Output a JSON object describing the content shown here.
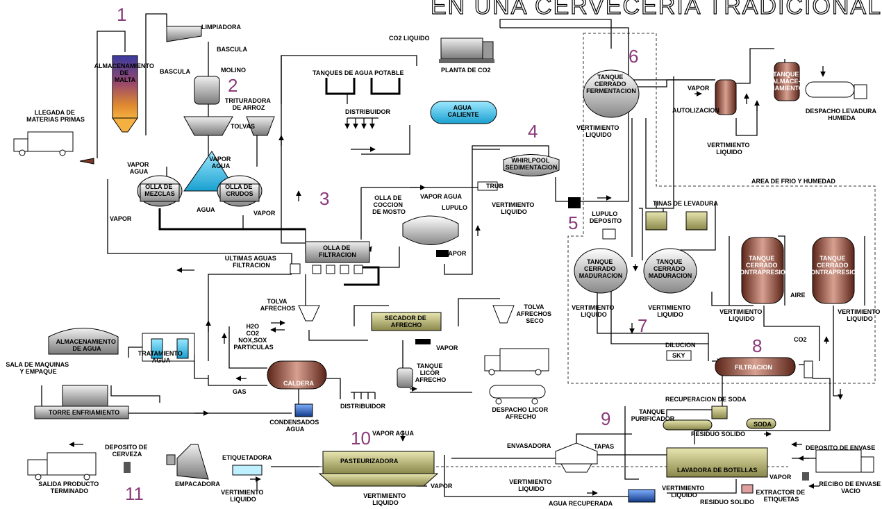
{
  "title": "EN UNA CERVECERIA TRADICIONAL",
  "step_numbers": [
    "1",
    "2",
    "3",
    "4",
    "5",
    "6",
    "7",
    "8",
    "9",
    "10",
    "11"
  ],
  "labels": {
    "limpiadora": "LIMPIADORA",
    "bascula_top": "BASCULA",
    "bascula": "BASCULA",
    "molino": "MOLINO",
    "almacenamiento_malta": [
      "ALMACENAMIENTO",
      "DE",
      "MALTA"
    ],
    "llegada": [
      "LLEGADA DE",
      "MATERIAS PRIMAS"
    ],
    "trituradora": [
      "TRITURADORA",
      "DE ARROZ"
    ],
    "tolvas": "TOLVAS",
    "vapor_agua_1": [
      "VAPOR",
      "AGUA"
    ],
    "vapor_agua_2": [
      "VAPOR",
      "AGUA"
    ],
    "olla_mezclas": [
      "OLLA DE",
      "MEZCLAS"
    ],
    "olla_crudos": [
      "OLLA DE",
      "CRUDOS"
    ],
    "agua": "AGUA",
    "vapor_left": "VAPOR",
    "vapor_crudos": "VAPOR",
    "tanques_agua": "TANQUES DE AGUA POTABLE",
    "distribuidor_top": "DISTRIBUIDOR",
    "agua_caliente": [
      "AGUA",
      "CALIENTE"
    ],
    "co2_liquido": "CO2 LIQUIDO",
    "planta_co2": "PLANTA DE CO2",
    "whirlpool": [
      "WHIRLPOOL",
      "SEDIMENTACION"
    ],
    "trub": "TRUB",
    "olla_coccion": [
      "OLLA DE",
      "COCCION",
      "DE MOSTO"
    ],
    "vapor_agua_3": "VAPOR AGUA",
    "lupulo": "LUPULO",
    "vertimiento_w": [
      "VERTIMIENTO",
      "LIQUIDO"
    ],
    "vapor_coccion": "VAPOR",
    "olla_filtracion": [
      "OLLA DE",
      "FILTRACION"
    ],
    "ultimas_aguas": [
      "ULTIMAS AGUAS",
      "FILTRACION"
    ],
    "tolva_afrechos": [
      "TOLVA",
      "AFRECHOS"
    ],
    "secador": [
      "SECADOR DE",
      "AFRECHO"
    ],
    "vapor_secador": "VAPOR",
    "tolva_afrechos_seco": [
      "TOLVA",
      "AFRECHOS",
      "SECO"
    ],
    "tanque_licor": [
      "TANQUE",
      "LICOR",
      "AFRECHO"
    ],
    "despacho_licor": [
      "DESPACHO LICOR",
      "AFRECHO"
    ],
    "emisiones": [
      "H2O",
      "CO2",
      "NOX,SOX",
      "PARTICULAS"
    ],
    "almacenamiento_agua": [
      "ALMACENAMIENTO",
      "DE AGUA"
    ],
    "tratamiento_agua": [
      "TRATAMIENTO",
      "AGUA"
    ],
    "caldera": "CALDERA",
    "gas": "GAS",
    "distribuidor_bottom": "DISTRIBUIDOR",
    "condensados": [
      "CONDENSADOS",
      "AGUA"
    ],
    "sala_maquinas": [
      "SALA DE MAQUINAS",
      "Y EMPAQUE"
    ],
    "torre": "TORRE ENFRIAMIENTO",
    "tanque_fermentacion": [
      "TANQUE",
      "CERRADO",
      "FERMENTACION"
    ],
    "vertimiento_6": [
      "VERTIMIENTO",
      "LIQUIDO"
    ],
    "vapor_auto": "VAPOR",
    "autolizacion": "AUTOLIZACION",
    "tanque_almacenamiento": [
      "TANQUE",
      "ALMACE-",
      "NAMIENTO"
    ],
    "despacho_levadura": [
      "DESPACHO LEVADURA",
      "HUMEDA"
    ],
    "vertimiento_auto": [
      "VERTIMIENTO",
      "LIQUIDO"
    ],
    "area_frio": "AREA DE FRIO Y HUMEDAD",
    "tinas_levadura": "TINAS DE LEVADURA",
    "lupulo_deposito": [
      "LUPULO",
      "DEPOSITO"
    ],
    "tanque_maduracion_1": [
      "TANQUE",
      "CERRADO",
      "MADURACION"
    ],
    "tanque_maduracion_2": [
      "TANQUE",
      "CERRADO",
      "MADURACION"
    ],
    "vertimiento_m1": [
      "VERTIMIENTO",
      "LIQUIDO"
    ],
    "vertimiento_m2": [
      "VERTIMIENTO",
      "LIQUIDO"
    ],
    "tanque_contra_1": [
      "TANQUE",
      "CERRADO",
      "CONTRAPRESION"
    ],
    "tanque_contra_2": [
      "TANQUE",
      "CERRADO",
      "CONTRAPRESION"
    ],
    "aire": "AIRE",
    "vertimiento_c1": [
      "VERTIMIENTO",
      "LIQUIDO"
    ],
    "vertimiento_c2": [
      "VERTIMIENTO",
      "LIQUIDO"
    ],
    "dilucion": "DILUCION",
    "sky": "SKY",
    "co2": "CO2",
    "filtracion": "FILTRACION",
    "recuperacion_soda": "RECUPERACION DE SODA",
    "tanque_purificador": [
      "TANQUE",
      "PURIFICADOR"
    ],
    "soda": "SODA",
    "residuo_solido_1": "RESIDUO SOLIDO",
    "envasadora": "ENVASADORA",
    "tapas": "TAPAS",
    "deposito_envase": "DEPOSITO DE ENVASE",
    "lavadora": "LAVADORA DE BOTELLAS",
    "vapor_lavadora": "VAPOR",
    "recibo_envase": [
      "RECIBO DE ENVASE",
      "VACIO"
    ],
    "vertimiento_env": [
      "VERTIMIENTO",
      "LIQUIDO"
    ],
    "agua_recuperada": "AGUA RECUPERADA",
    "vertimiento_lav": [
      "VERTIMIENTO",
      "LIQUIDO"
    ],
    "residuo_solido_2": "RESIDUO SOLIDO",
    "extractor": [
      "EXTRACTOR DE",
      "ETIQUETAS"
    ],
    "vapor_agua_past": "VAPOR AGUA",
    "pasteurizadora": "PASTEURIZADORA",
    "vapor_past": "VAPOR",
    "vertimiento_past": [
      "VERTIMIENTO",
      "LIQUIDO"
    ],
    "etiquetadora": "ETIQUETADORA",
    "vertimiento_et": [
      "VERTIMIENTO",
      "LIQUIDO"
    ],
    "empacadora": "EMPACADORA",
    "deposito_cerveza": [
      "DEPOSITO DE",
      "CERVEZA"
    ],
    "salida": [
      "SALIDA PRODUCTO",
      "TERMINADO"
    ]
  },
  "colors": {
    "brown": "#7a3a28",
    "cyan": "#33c6e8",
    "gray": "#8c8c8c",
    "olive": "#a3a15c",
    "number": "#8a3a7a",
    "blue": "#1e5bb0"
  }
}
